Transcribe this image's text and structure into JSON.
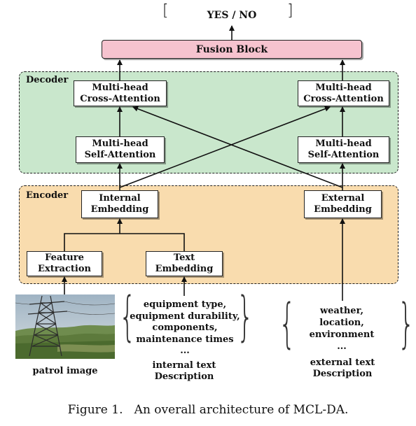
{
  "output": {
    "label": "YES / NO"
  },
  "fusion": {
    "label": "Fusion Block"
  },
  "decoder": {
    "label": "Decoder",
    "left_cross_attention": [
      "Multi-head",
      "Cross-Attention"
    ],
    "right_cross_attention": [
      "Multi-head",
      "Cross-Attention"
    ],
    "left_self_attention": [
      "Multi-head",
      "Self-Attention"
    ],
    "right_self_attention": [
      "Multi-head",
      "Self-Attention"
    ]
  },
  "encoder": {
    "label": "Encoder",
    "internal_embedding": [
      "Internal",
      "Embedding"
    ],
    "external_embedding": [
      "External",
      "Embedding"
    ],
    "feature_extraction": [
      "Feature",
      "Extraction"
    ],
    "text_embedding": [
      "Text",
      "Embedding"
    ]
  },
  "inputs": {
    "image_label": "patrol image",
    "internal_text": [
      "equipment type,",
      "equipment durability,",
      "components,",
      "maintenance times",
      "..."
    ],
    "internal_text_label": [
      "internal text",
      "Description"
    ],
    "external_text": [
      "weather,",
      "location,",
      "environment",
      "..."
    ],
    "external_text_label": [
      "external text",
      "Description"
    ]
  },
  "caption": "Figure 1.   An overall architecture of MCL-DA."
}
